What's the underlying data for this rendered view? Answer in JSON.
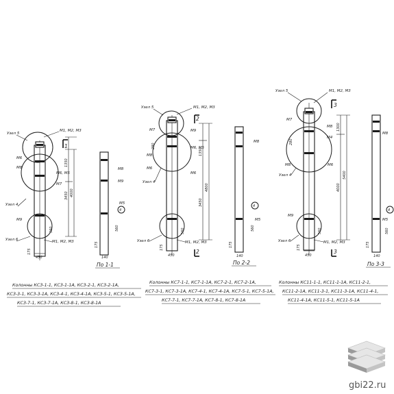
{
  "drawings": [
    {
      "section_label": "По 1-1",
      "nodes": [
        "Узел 5",
        "Узел 4",
        "Узел 6"
      ],
      "marks": [
        "М1, М2, М3",
        "М6",
        "М8",
        "М6, М5",
        "М7",
        "М9",
        "М1, М2, М3"
      ],
      "dims": [
        "1350",
        "3450",
        "4000",
        "1350",
        "560",
        "450",
        "175"
      ],
      "section_marks": [
        "М8",
        "М9",
        "М5"
      ],
      "section_dims": [
        "560",
        "175",
        "140"
      ],
      "caption": [
        "Колонны КСЗ-1-1, КСЗ-1-1А, КСЗ-2-1, КСЗ-2-1А,",
        "КСЗ-3-1, КСЗ-3-1А, КСЗ-4-1, КСЗ-4-1А, КСЗ-5-1, КСЗ-5-1А,",
        "КСЗ-7-1, КСЗ-7-1А, КСЗ-8-1, КСЗ-8-1А"
      ]
    },
    {
      "section_label": "По 2-2",
      "nodes": [
        "Узел 5",
        "Узел 4",
        "Узел 6"
      ],
      "marks": [
        "М1, М2, М3",
        "М7",
        "М9",
        "М6, М5",
        "М8",
        "М6",
        "М1, М2, М3"
      ],
      "dims": [
        "1350",
        "3450",
        "4800",
        "280",
        "560",
        "450",
        "175"
      ],
      "section_marks": [
        "М8",
        "М5"
      ],
      "section_dims": [
        "560",
        "175",
        "140"
      ],
      "caption": [
        "Колонны КС7-1-1, КС7-1-1А, КС7-2-1, КС7-2-1А,",
        "КС7-3-1, КС7-3-1А, КС7-4-1, КС7-4-1А, КС7-5-1, КС7-5-1А,",
        "КС7-7-1, КС7-7-1А, КС7-8-1, КС7-8-1А"
      ]
    },
    {
      "section_label": "По 3-3",
      "nodes": [
        "Узел 5",
        "Узел 4",
        "Узел 6"
      ],
      "marks": [
        "М1, М2, М3",
        "М7",
        "М8",
        "М4",
        "М6",
        "М9",
        "М1, М2, М3"
      ],
      "dims": [
        "1300",
        "4000",
        "5400",
        "280",
        "560",
        "450",
        "175"
      ],
      "section_marks": [
        "М8",
        "М5"
      ],
      "section_dims": [
        "560",
        "175",
        "140"
      ],
      "caption": [
        "Колонны КС11-1-1, КС11-1-1А, КС11-2-1,",
        "КС11-2-1А, КС11-3-1, КС11-3-1А, КС11-4-1,",
        "КС11-4-1А, КС11-5-1, КС11-5-1А"
      ]
    }
  ],
  "section_numbers": [
    "1",
    "1",
    "2",
    "2",
    "3",
    "3"
  ],
  "node_numbers": [
    "4",
    "4",
    "4"
  ],
  "watermark": "gbi22.ru",
  "colors": {
    "ink": "#1a1a1a",
    "paper": "#ffffff",
    "logo_top": "#e8e8e8",
    "logo_side": "#9a9a9a"
  }
}
